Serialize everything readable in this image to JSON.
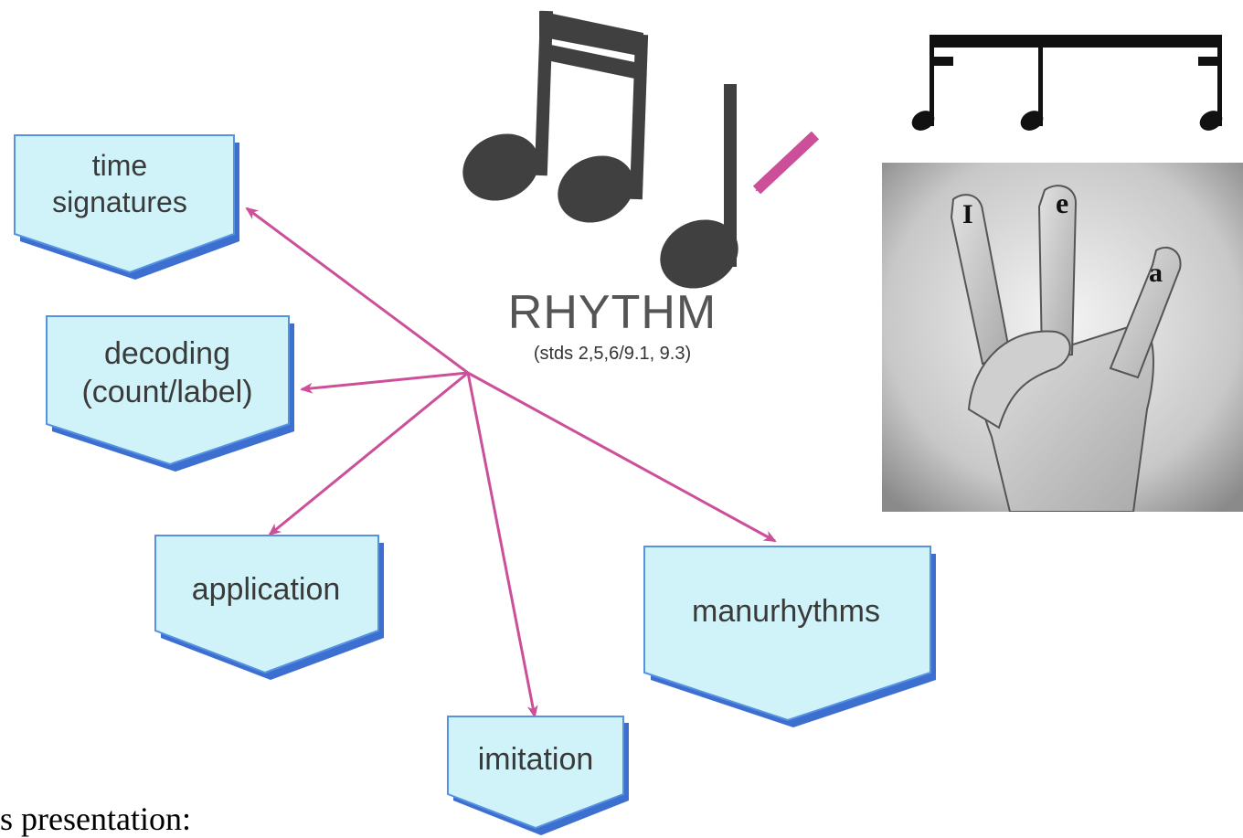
{
  "colors": {
    "arrow": "#cc4f9a",
    "box_fill": "#cff3f8",
    "box_border": "#5592e2",
    "box_shadow": "#3d6fd1",
    "label_text": "#3a3a3a"
  },
  "center": {
    "title": "RHYTHM",
    "subtitle": "(stds 2,5,6/9.1, 9.3)",
    "icon": "beamed-sixteenth-and-quarter-notes-icon"
  },
  "nodes": {
    "time_signatures": {
      "line1": "time",
      "line2": "signatures"
    },
    "decoding": {
      "line1": "decoding",
      "line2": "(count/label)"
    },
    "application": {
      "label": "application"
    },
    "imitation": {
      "label": "imitation"
    },
    "manurhythms": {
      "label": "manurhythms"
    }
  },
  "notation": {
    "icon": "sixteenth-eighth-sixteenth-rhythm-icon"
  },
  "hand_photo": {
    "finger_labels": [
      "I",
      "e",
      "a"
    ]
  },
  "footer": {
    "text": "s presentation:"
  }
}
